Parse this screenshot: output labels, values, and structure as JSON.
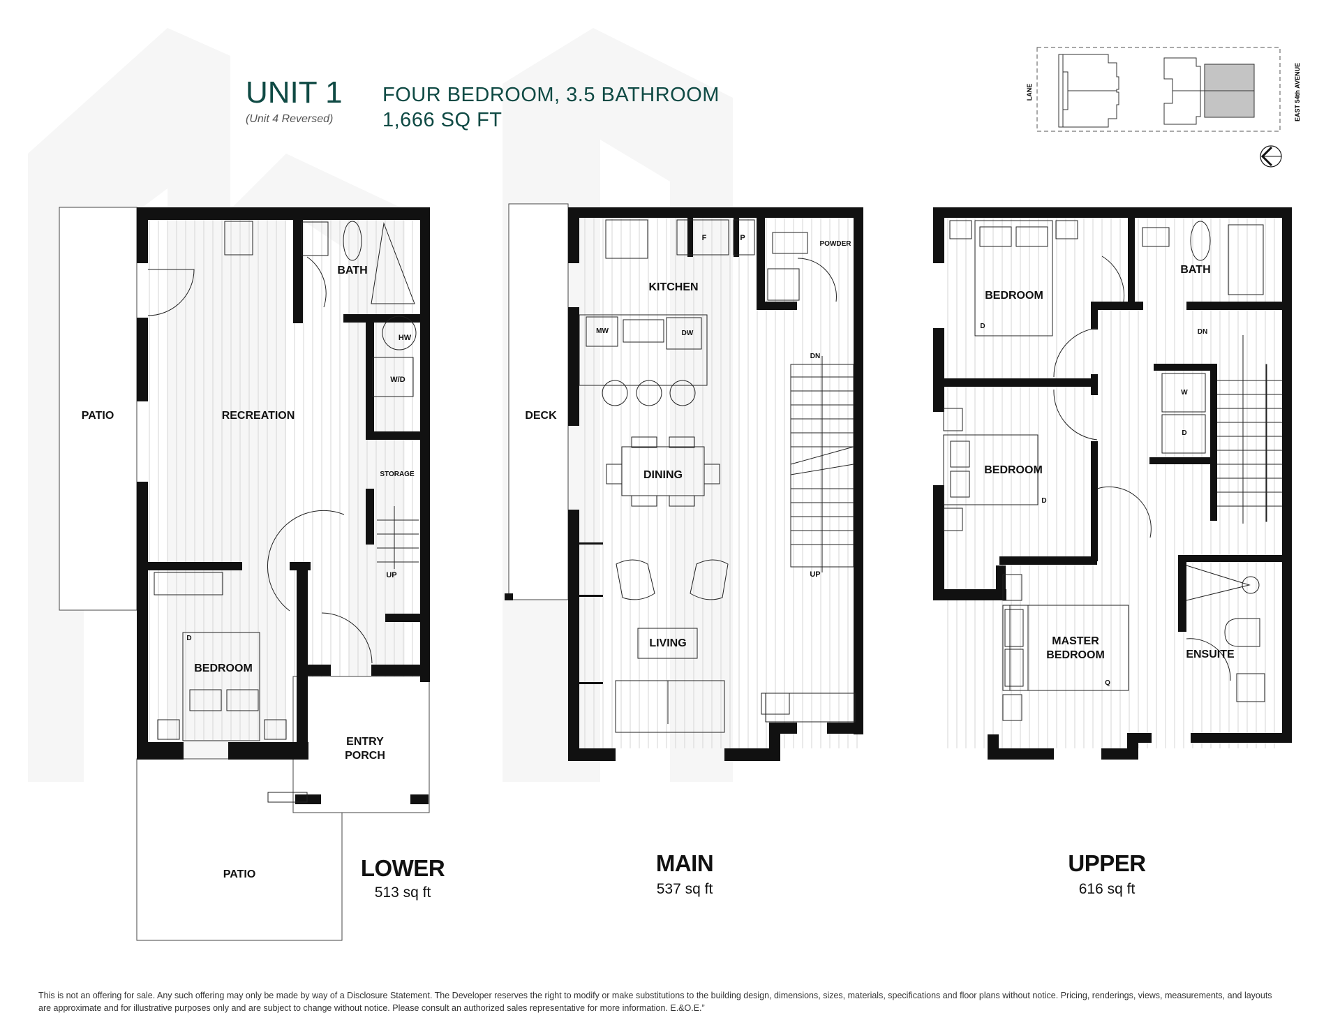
{
  "header": {
    "unit_title": "UNIT 1",
    "unit_note": "(Unit 4 Reversed)",
    "description_line1": "FOUR BEDROOM, 3.5 BATHROOM",
    "description_line2": "1,666 SQ FT",
    "accent_color": "#0f4a44"
  },
  "key_plan": {
    "left_label": "LANE",
    "right_label": "EAST 54th AVENUE",
    "highlight_color": "#c4c4c4",
    "north_arrow_icon": "north-arrow-icon"
  },
  "levels": [
    {
      "name": "LOWER",
      "area": "513 sq ft",
      "rooms": [
        "PATIO",
        "RECREATION",
        "BATH",
        "HW",
        "W/D",
        "STORAGE",
        "UP",
        "BEDROOM",
        "D",
        "ENTRY",
        "PORCH",
        "PATIO"
      ]
    },
    {
      "name": "MAIN",
      "area": "537 sq ft",
      "rooms": [
        "DECK",
        "KITCHEN",
        "F",
        "P",
        "POWDER",
        "MW",
        "DW",
        "DN",
        "DINING",
        "UP",
        "LIVING"
      ]
    },
    {
      "name": "UPPER",
      "area": "616 sq ft",
      "rooms": [
        "BEDROOM",
        "D",
        "BATH",
        "DN",
        "W",
        "D",
        "BEDROOM",
        "D",
        "MASTER",
        "BEDROOM",
        "Q",
        "ENSUITE"
      ]
    }
  ],
  "disclaimer": "This is not an offering for sale. Any such offering may only be made by way of a Disclosure Statement. The Developer reserves the right to modify or make substitutions to the building design, dimensions, sizes, materials, specifications and floor plans without notice. Pricing, renderings, views, measurements, and layouts are approximate and for illustrative purposes only and are subject to change without notice. Please consult an authorized sales representative for more information. E.&O.E.”"
}
